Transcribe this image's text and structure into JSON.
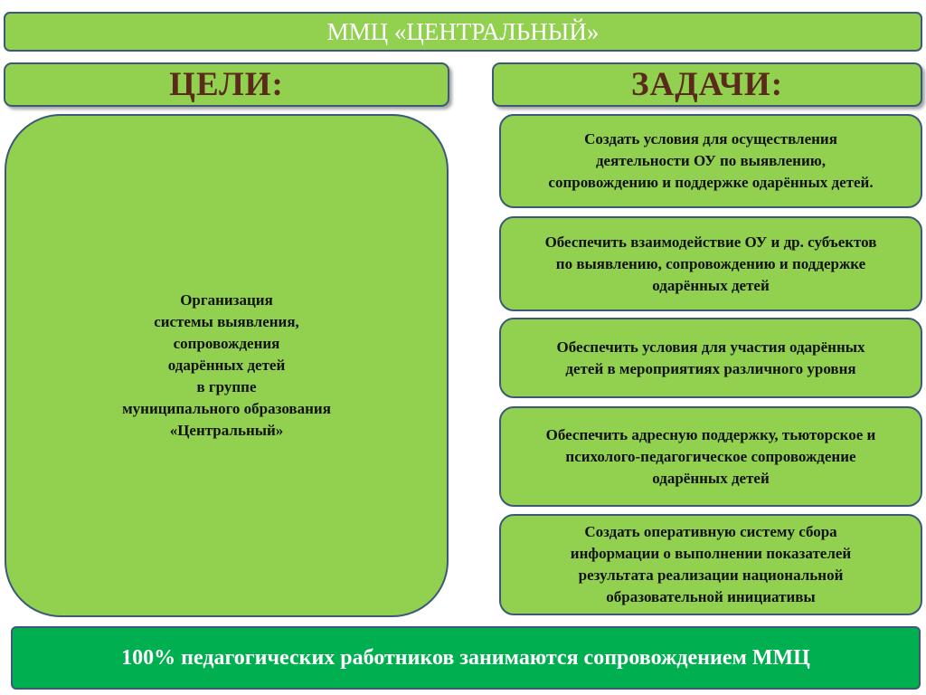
{
  "header": {
    "title": "ММЦ «ЦЕНТРАЛЬНЫЙ»"
  },
  "goals": {
    "heading": "ЦЕЛИ:",
    "text": "Организация\nсистемы выявления,\nсопровождения\nодарённых детей\nв группе\nмуниципального образования\n«Центральный»"
  },
  "tasks": {
    "heading": "ЗАДАЧИ:",
    "items": [
      "Создать условия для осуществления\nдеятельности  ОУ по выявлению,\nсопровождению и поддержке одарённых детей.",
      "Обеспечить взаимодействие ОУ и др. субъектов\nпо выявлению, сопровождению и поддержке\nодарённых детей",
      "Обеспечить условия для участия одарённых\nдетей в мероприятиях различного уровня",
      "Обеспечить адресную поддержку, тьюторское и\nпсихолого-педагогическое сопровождение\nодарённых детей",
      "Создать оперативную систему сбора\nинформации о выполнении показателей\nрезультата реализации национальной\nобразовательной инициативы"
    ]
  },
  "footer": {
    "text": "100% педагогических работников занимаются сопровождением ММЦ"
  },
  "colors": {
    "box_fill": "#92d050",
    "box_border": "#3c5a78",
    "heading_text": "#5a2a1a",
    "footer_fill": "#00b050"
  }
}
